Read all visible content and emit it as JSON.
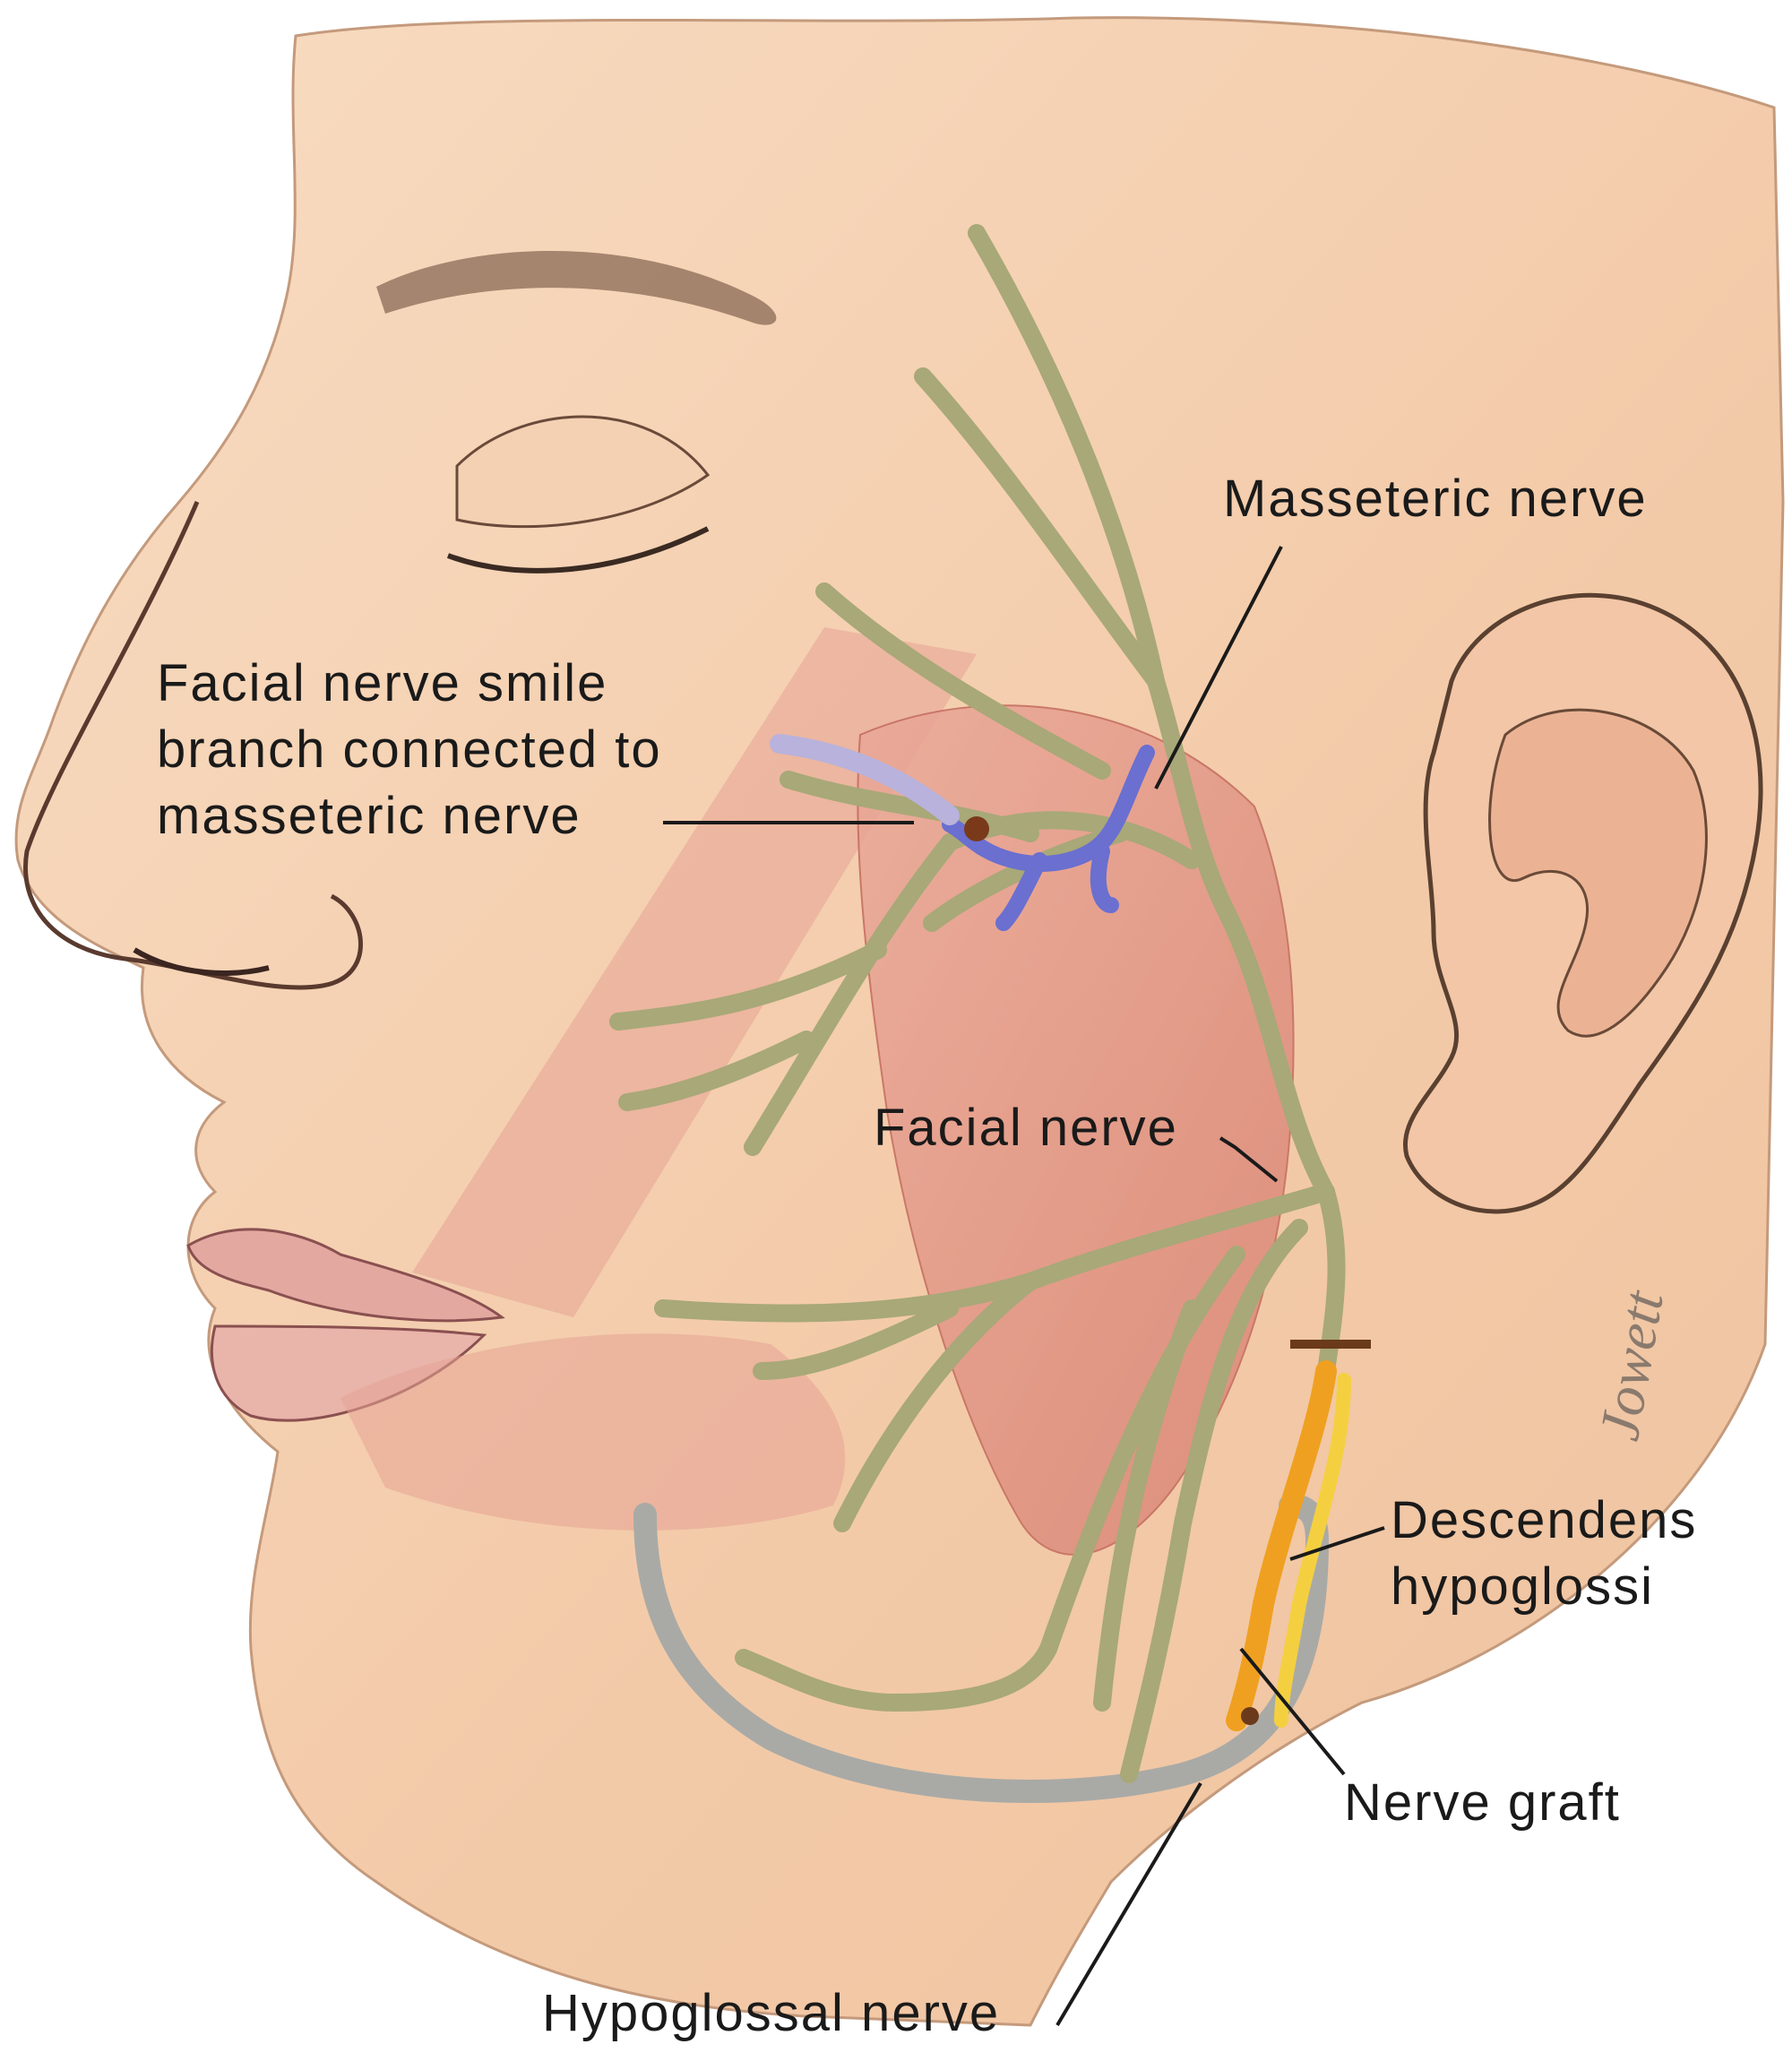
{
  "labels": {
    "masseteric_nerve": "Masseteric nerve",
    "smile_branch_line1": "Facial nerve smile",
    "smile_branch_line2": "branch connected to",
    "smile_branch_line3": "masseteric nerve",
    "facial_nerve": "Facial nerve",
    "descendens_line1": "Descendens",
    "descendens_line2": "hypoglossi",
    "nerve_graft": "Nerve graft",
    "hypoglossal_nerve": "Hypoglossal nerve"
  },
  "signature": "Jowett",
  "colors": {
    "skin": "#f6d3b5",
    "skin_shadow": "#e9b594",
    "muscle": "#e29684",
    "facial_nerve": "#a8a878",
    "masseteric_nerve": "#6a6fd0",
    "nerve_graft": "#f0a020",
    "descendens": "#f4d040",
    "hypoglossal": "#a9aaa6"
  }
}
